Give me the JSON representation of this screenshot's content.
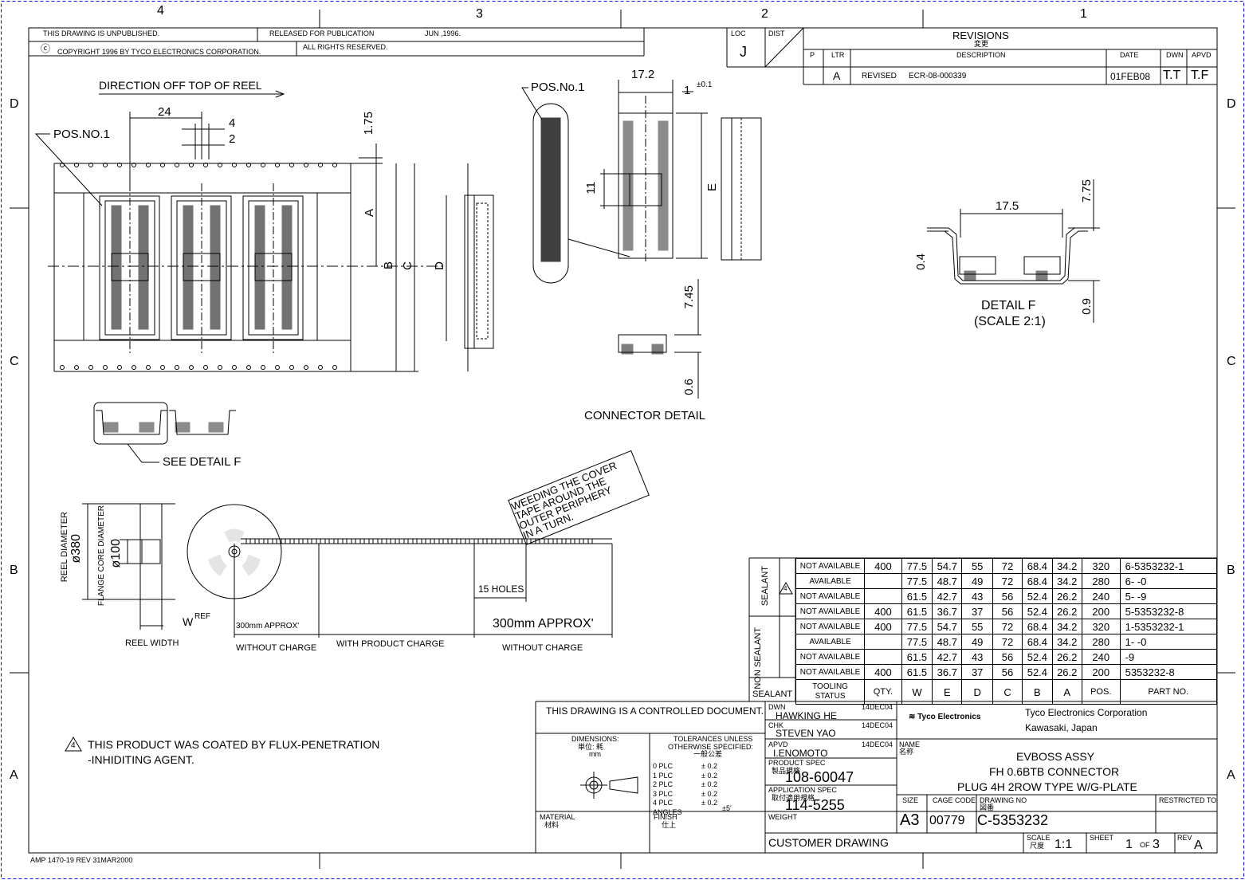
{
  "zones": {
    "top": [
      "4",
      "3",
      "2",
      "1"
    ],
    "side": [
      "D",
      "C",
      "B",
      "A"
    ]
  },
  "title_strip": {
    "unpublished": "THIS DRAWING IS UNPUBLISHED.",
    "released": "RELEASED FOR PUBLICATION",
    "release_date": "JUN ,1996.",
    "copyright": "COPYRIGHT    1996    BY TYCO ELECTRONICS CORPORATION.",
    "rights": "ALL RIGHTS RESERVED."
  },
  "revisions": {
    "loc_label": "LOC",
    "loc": "J",
    "dist_label": "DIST",
    "title": "REVISIONS",
    "title_jp": "変更",
    "headers": {
      "p": "P",
      "ltr": "LTR",
      "desc": "DESCRIPTION",
      "date": "DATE",
      "dwn": "DWN",
      "apvd": "APVD"
    },
    "row": {
      "ltr": "A",
      "revised": "REVISED",
      "ecr": "ECR-08-000339",
      "date": "01FEB08",
      "dwn": "T.T",
      "apvd": "T.F"
    }
  },
  "reel_view": {
    "direction": "DIRECTION OFF TOP OF REEL",
    "pos_no": "POS.NO.1",
    "dim_24": "24",
    "dim_4": "4",
    "dim_2": "2",
    "dim_175": "1.75",
    "dim_a": "A",
    "dim_b": "B",
    "dim_c": "C",
    "dim_d": "D"
  },
  "connector_detail": {
    "pos_no": "POS.No.1",
    "dim_172": "17.2",
    "dim_1": "1",
    "tol": "±0.1",
    "dim_11": "11",
    "dim_e": "E",
    "dim_745": "7.45",
    "dim_06": "0.6",
    "label": "CONNECTOR DETAIL"
  },
  "detail_f": {
    "dim_175": "17.5",
    "dim_775": "7.75",
    "dim_04": "0.4",
    "dim_09": "0.9",
    "title": "DETAIL F",
    "scale": "(SCALE 2:1)"
  },
  "see_detail": "SEE DETAIL F",
  "weeding_note": [
    "WEEDING THE COVER",
    "TAPE AROUND THE",
    "OUTER PERIPHERY",
    "IN A TURN."
  ],
  "reel": {
    "reel_diameter": "REEL DIAMETER",
    "reel_dia_val": "ø380",
    "flange": "FLANGE CORE DIAMETER",
    "flange_val": "ø100",
    "w": "W",
    "ref": "REF",
    "reel_width": "REEL WIDTH",
    "holes": "15 HOLES",
    "approx1": "300mm APPROX'",
    "approx2": "300mm APPROX'",
    "without1": "WITHOUT CHARGE",
    "with": "WITH PRODUCT CHARGE",
    "without2": "WITHOUT CHARGE"
  },
  "note4": {
    "num": "4",
    "line1": "THIS PRODUCT WAS COATED BY FLUX-PENETRATION",
    "line2": "-INHIDITING AGENT."
  },
  "parts_table": {
    "sealant_label": "SEALANT",
    "non_sealant_label": "NON SEALANT",
    "flag": "4",
    "rows": [
      [
        "NOT AVAILABLE",
        "400",
        "77.5",
        "54.7",
        "55",
        "72",
        "68.4",
        "34.2",
        "320",
        "6-5353232-1"
      ],
      [
        "AVAILABLE",
        "",
        "77.5",
        "48.7",
        "49",
        "72",
        "68.4",
        "34.2",
        "280",
        "6-  -0"
      ],
      [
        "NOT AVAILABLE",
        "",
        "61.5",
        "42.7",
        "43",
        "56",
        "52.4",
        "26.2",
        "240",
        "5-  -9"
      ],
      [
        "NOT AVAILABLE",
        "400",
        "61.5",
        "36.7",
        "37",
        "56",
        "52.4",
        "26.2",
        "200",
        "5-5353232-8"
      ],
      [
        "NOT AVAILABLE",
        "400",
        "77.5",
        "54.7",
        "55",
        "72",
        "68.4",
        "34.2",
        "320",
        "1-5353232-1"
      ],
      [
        "AVAILABLE",
        "",
        "77.5",
        "48.7",
        "49",
        "72",
        "68.4",
        "34.2",
        "280",
        "1-  -0"
      ],
      [
        "NOT AVAILABLE",
        "",
        "61.5",
        "42.7",
        "43",
        "56",
        "52.4",
        "26.2",
        "240",
        "-9"
      ],
      [
        "NOT AVAILABLE",
        "400",
        "61.5",
        "36.7",
        "37",
        "56",
        "52.4",
        "26.2",
        "200",
        "5353232-8"
      ]
    ],
    "header": {
      "sealant": "SEALANT",
      "tooling": "TOOLING",
      "status": "STATUS",
      "qty": "QTY.",
      "w": "W",
      "e": "E",
      "d": "D",
      "c": "C",
      "b": "B",
      "a": "A",
      "pos": "POS.",
      "part": "PART NO."
    }
  },
  "title_block": {
    "controlled": "THIS DRAWING IS A CONTROLLED DOCUMENT.",
    "dwn_label": "DWN",
    "dwn": "HAWKING HE",
    "dwn_date": "14DEC04",
    "chk_label": "CHK",
    "chk": "STEVEN YAO",
    "chk_date": "14DEC04",
    "apvd_label": "APVD",
    "apvd": "I.ENOMOTO",
    "apvd_date": "14DEC04",
    "product_spec_label": "PRODUCT SPEC",
    "product_spec_jp": "製品規格",
    "product_spec": "108-60047",
    "app_spec_label": "APPLICATION SPEC",
    "app_spec_jp": "取付適用規格",
    "app_spec": "114-5255",
    "weight_label": "WEIGHT",
    "dimensions": "DIMENSIONS:",
    "dimensions_jp": "単位: 耗",
    "mm": "mm",
    "tolerances": "TOLERANCES UNLESS",
    "otherwise": "OTHERWISE SPECIFIED:",
    "tol_jp": "一般公差",
    "plc": [
      "0 PLC",
      "1 PLC",
      "2 PLC",
      "3 PLC",
      "4 PLC"
    ],
    "plc_val": [
      "± 0.2",
      "± 0.2",
      "± 0.2",
      "± 0.2",
      "± 0.2"
    ],
    "angles": "ANGLES",
    "angles_val": "±5'",
    "material": "MATERIAL",
    "material_jp": "材料",
    "finish": "FINISH",
    "finish_jp": "仕上",
    "company_logo": "Tyco Electronics",
    "company": "Tyco Electronics Corporation",
    "city": "Kawasaki, Japan",
    "name_label": "NAME",
    "name_jp": "名称",
    "name1": "EVBOSS ASSY",
    "name2": "FH 0.6BTB CONNECTOR",
    "name3": "PLUG 4H 2ROW TYPE W/G-PLATE",
    "size_label": "SIZE",
    "size": "A3",
    "cage_label": "CAGE CODE",
    "cage": "00779",
    "drawing_label": "DRAWING NO",
    "drawing_jp": "図番",
    "drawing": "C-5353232",
    "restricted": "RESTRICTED TO",
    "customer": "CUSTOMER DRAWING",
    "scale_label": "SCALE",
    "scale_jp": "尺度",
    "scale": "1:1",
    "sheet_label": "SHEET",
    "sheet": "1",
    "of": "OF",
    "sheet_total": "3",
    "rev_label": "REV",
    "rev": "A"
  },
  "form_no": "AMP 1470-19 REV 31MAR2000"
}
